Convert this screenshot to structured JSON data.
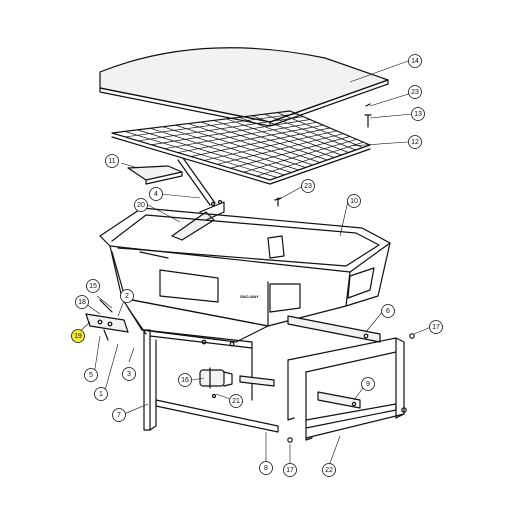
{
  "diagram": {
    "stamp_text": "SNO-WAY",
    "callouts": [
      {
        "id": "1",
        "label": "1",
        "highlighted": false
      },
      {
        "id": "2",
        "label": "2",
        "highlighted": false
      },
      {
        "id": "3",
        "label": "3",
        "highlighted": false
      },
      {
        "id": "4",
        "label": "4",
        "highlighted": false
      },
      {
        "id": "5",
        "label": "5",
        "highlighted": false
      },
      {
        "id": "6",
        "label": "6",
        "highlighted": false
      },
      {
        "id": "7",
        "label": "7",
        "highlighted": false
      },
      {
        "id": "8",
        "label": "8",
        "highlighted": false
      },
      {
        "id": "9",
        "label": "9",
        "highlighted": false
      },
      {
        "id": "10",
        "label": "10",
        "highlighted": false
      },
      {
        "id": "11",
        "label": "11",
        "highlighted": false
      },
      {
        "id": "12",
        "label": "12",
        "highlighted": false
      },
      {
        "id": "13",
        "label": "13",
        "highlighted": false
      },
      {
        "id": "14",
        "label": "14",
        "highlighted": false
      },
      {
        "id": "15",
        "label": "15",
        "highlighted": false
      },
      {
        "id": "16",
        "label": "16",
        "highlighted": false
      },
      {
        "id": "17a",
        "label": "17",
        "highlighted": false
      },
      {
        "id": "17b",
        "label": "17",
        "highlighted": false
      },
      {
        "id": "18",
        "label": "18",
        "highlighted": false
      },
      {
        "id": "19",
        "label": "19",
        "highlighted": true
      },
      {
        "id": "20",
        "label": "20",
        "highlighted": false
      },
      {
        "id": "21",
        "label": "21",
        "highlighted": false
      },
      {
        "id": "22",
        "label": "22",
        "highlighted": false
      },
      {
        "id": "23a",
        "label": "23",
        "highlighted": false
      },
      {
        "id": "23b",
        "label": "23",
        "highlighted": false
      }
    ],
    "colors": {
      "line": "#111111",
      "highlight": "#f4ef2a",
      "background": "#ffffff"
    }
  }
}
